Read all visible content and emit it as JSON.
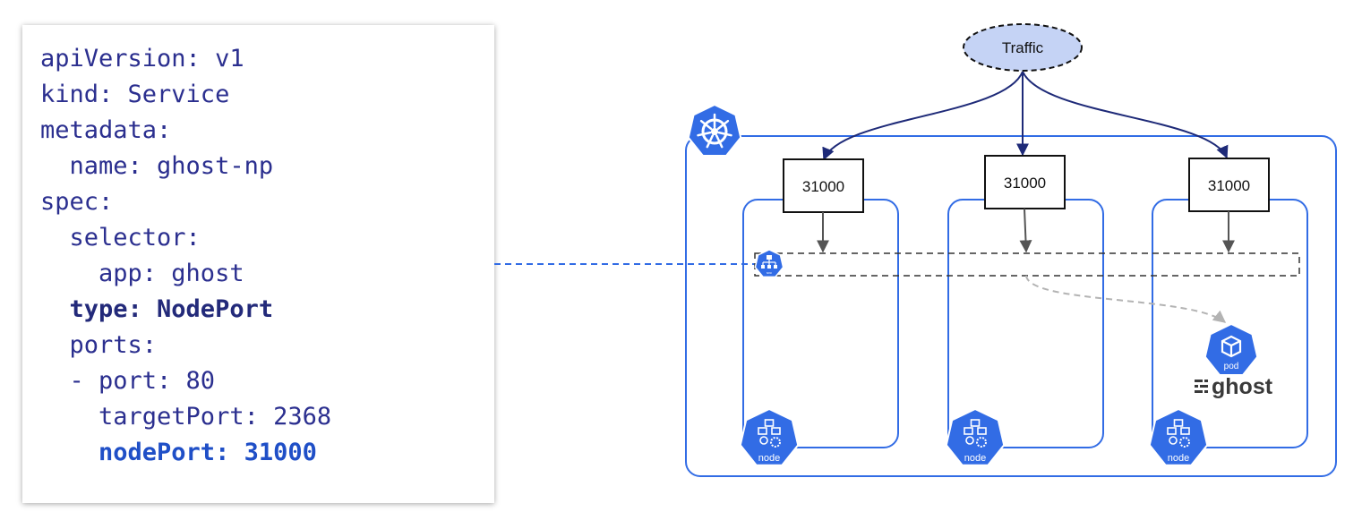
{
  "code_lines": [
    {
      "text": "apiVersion: v1",
      "style": "normal"
    },
    {
      "text": "kind: Service",
      "style": "normal"
    },
    {
      "text": "metadata:",
      "style": "normal"
    },
    {
      "text": "  name: ghost-np",
      "style": "normal"
    },
    {
      "text": "spec:",
      "style": "normal"
    },
    {
      "text": "  selector:",
      "style": "normal"
    },
    {
      "text": "    app: ghost",
      "style": "normal"
    },
    {
      "text": "  type: NodePort",
      "style": "bold"
    },
    {
      "text": "  ports:",
      "style": "normal"
    },
    {
      "text": "  - port: 80",
      "style": "normal"
    },
    {
      "text": "    targetPort: 2368",
      "style": "normal"
    },
    {
      "text": "    nodePort: 31000",
      "style": "bold-blue"
    }
  ],
  "diagram": {
    "traffic_label": "Traffic",
    "ports": [
      "31000",
      "31000",
      "31000"
    ],
    "node_label": "node",
    "pod_label": "pod",
    "svc_label": "svc",
    "ghost_label": "ghost"
  },
  "colors": {
    "k8s_blue": "#326ce5",
    "arrow_navy": "#1e2a78",
    "traffic_fill": "#c5d3f5",
    "code_text": "#2b2f8f",
    "code_bold": "#232a7a",
    "code_bold_blue": "#1f4fc7"
  }
}
